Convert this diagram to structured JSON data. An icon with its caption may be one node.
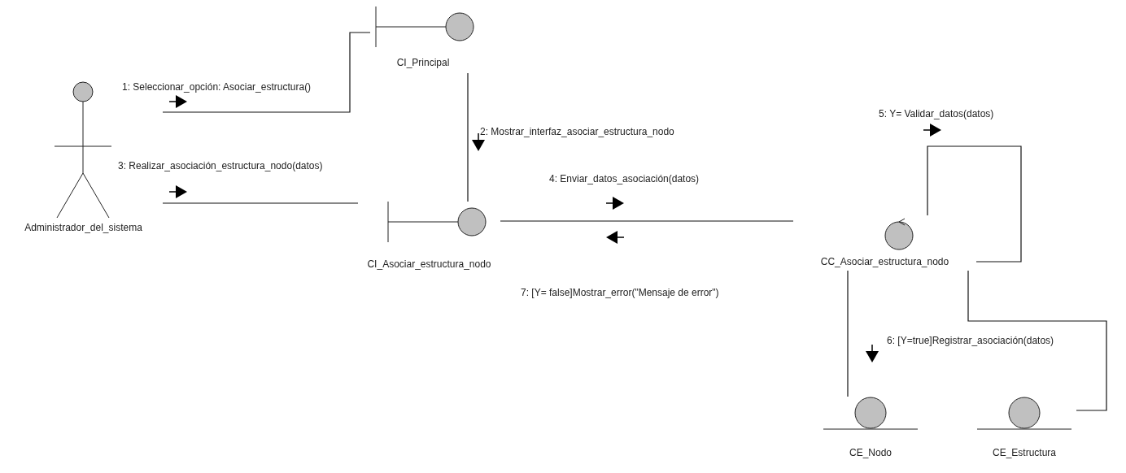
{
  "diagram": {
    "nodes": [
      {
        "text": [
          "Administrador_del_sistema"
        ]
      },
      {
        "text": [
          "CI_Principal"
        ]
      },
      {
        "text": [
          "CI_Asociar_estructura_nodo"
        ]
      },
      {
        "text": [
          "CC_Asociar_estructura_nodo"
        ]
      },
      {
        "text": [
          "CE_Nodo"
        ]
      },
      {
        "text": [
          "CE_Estructura"
        ]
      }
    ],
    "edges": [
      {
        "from": 0,
        "to": 1,
        "arrow": "none",
        "label": "1: Seleccionar_opción: Asociar_estructura()"
      },
      {
        "from": 1,
        "to": 2,
        "arrow": "none",
        "label": "2: Mostrar_interfaz_asociar_estructura_nodo"
      },
      {
        "from": 0,
        "to": 2,
        "arrow": "none",
        "label": "3: Realizar_asociación_estructura_nodo(datos)"
      },
      {
        "from": 2,
        "to": 3,
        "arrow": "none",
        "label": "4: Enviar_datos_asociación(datos)"
      },
      {
        "from": 3,
        "to": 3,
        "arrow": "none",
        "label": "5: Y= Validar_datos(datos)"
      },
      {
        "from": 3,
        "to": 4,
        "arrow": "none",
        "label": "6: [Y=true]Registrar_asociación(datos)"
      },
      {
        "from": 3,
        "to": 5,
        "arrow": "none"
      }
    ],
    "labels": [
      "7: [Y= false]Mostrar_error(\"Mensaje de error\")"
    ]
  }
}
